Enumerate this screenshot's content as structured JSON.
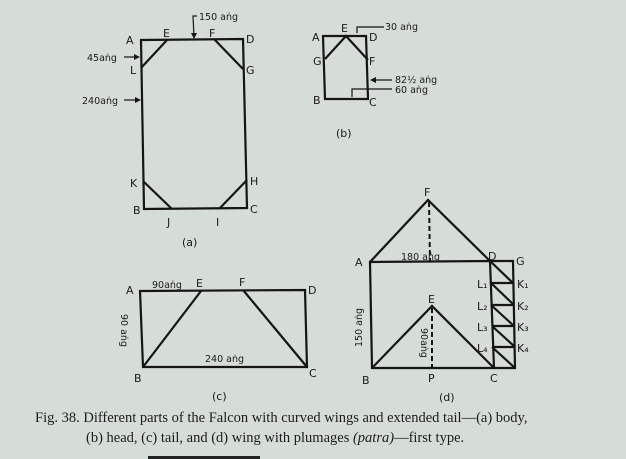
{
  "figure_a": {
    "points": [
      "A",
      "E",
      "F",
      "D",
      "L",
      "G",
      "K",
      "H",
      "B",
      "J",
      "I",
      "C"
    ],
    "dims": {
      "top": "150 aṅg",
      "corner": "45aṅg",
      "side": "240aṅg"
    },
    "caption": "(a)"
  },
  "figure_b": {
    "points": [
      "A",
      "E",
      "D",
      "G",
      "F",
      "B",
      "C"
    ],
    "dims": {
      "top": "30 aṅg",
      "side": "82½ aṅg",
      "bottom": "60 aṅg"
    },
    "caption": "(b)"
  },
  "figure_c": {
    "points": [
      "A",
      "E",
      "F",
      "D",
      "B",
      "C"
    ],
    "dims": {
      "top": "90aṅg",
      "side": "90 aṅg",
      "bottom": "240 aṅg"
    },
    "caption": "(c)"
  },
  "figure_d": {
    "points": [
      "F",
      "A",
      "D",
      "G",
      "E",
      "B",
      "P",
      "C"
    ],
    "plumage_left": [
      "L₁",
      "L₂",
      "L₃",
      "L₄"
    ],
    "plumage_right": [
      "K₁",
      "K₂",
      "K₃",
      "K₄"
    ],
    "dims": {
      "top": "180 aṅg",
      "side": "150 aṅg",
      "inner": "90aṅg"
    },
    "caption": "(d)"
  },
  "caption": {
    "line1": "Fig. 38. Different parts of the Falcon with curved wings and extended tail—(a)  body,",
    "line2_pre": "(b) head, (c) tail, and (d) wing with plumages ",
    "line2_italic": "(patra)",
    "line2_post": "—first type."
  }
}
